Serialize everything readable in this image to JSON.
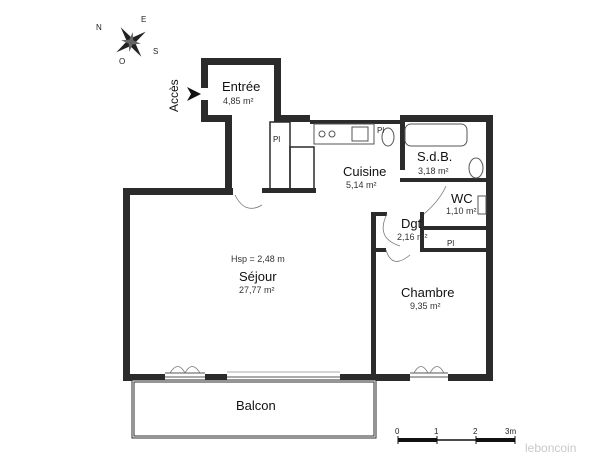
{
  "compass": {
    "n": "N",
    "e": "E",
    "s": "S",
    "o": "O"
  },
  "access_label": "Accès",
  "rooms": {
    "entree": {
      "name": "Entrée",
      "area": "4,85 m²"
    },
    "cuisine": {
      "name": "Cuisine",
      "area": "5,14 m²"
    },
    "sdb": {
      "name": "S.d.B.",
      "area": "3,18 m²"
    },
    "wc": {
      "name": "WC",
      "area": "1,10 m²"
    },
    "dgt": {
      "name": "Dgt",
      "area": "2,16 m²"
    },
    "sejour": {
      "name": "Séjour",
      "area": "27,77 m²",
      "hsp": "Hsp = 2,48 m"
    },
    "chambre": {
      "name": "Chambre",
      "area": "9,35 m²"
    },
    "balcon": {
      "name": "Balcon"
    }
  },
  "placards": {
    "p1": "Pl",
    "p2": "Pl",
    "p3": "Pl"
  },
  "scale": {
    "t0": "0",
    "t1": "1",
    "t2": "2",
    "t3": "3m"
  },
  "watermark": "leboncoin",
  "colors": {
    "wall": "#2b2b2b",
    "background": "#ffffff"
  }
}
